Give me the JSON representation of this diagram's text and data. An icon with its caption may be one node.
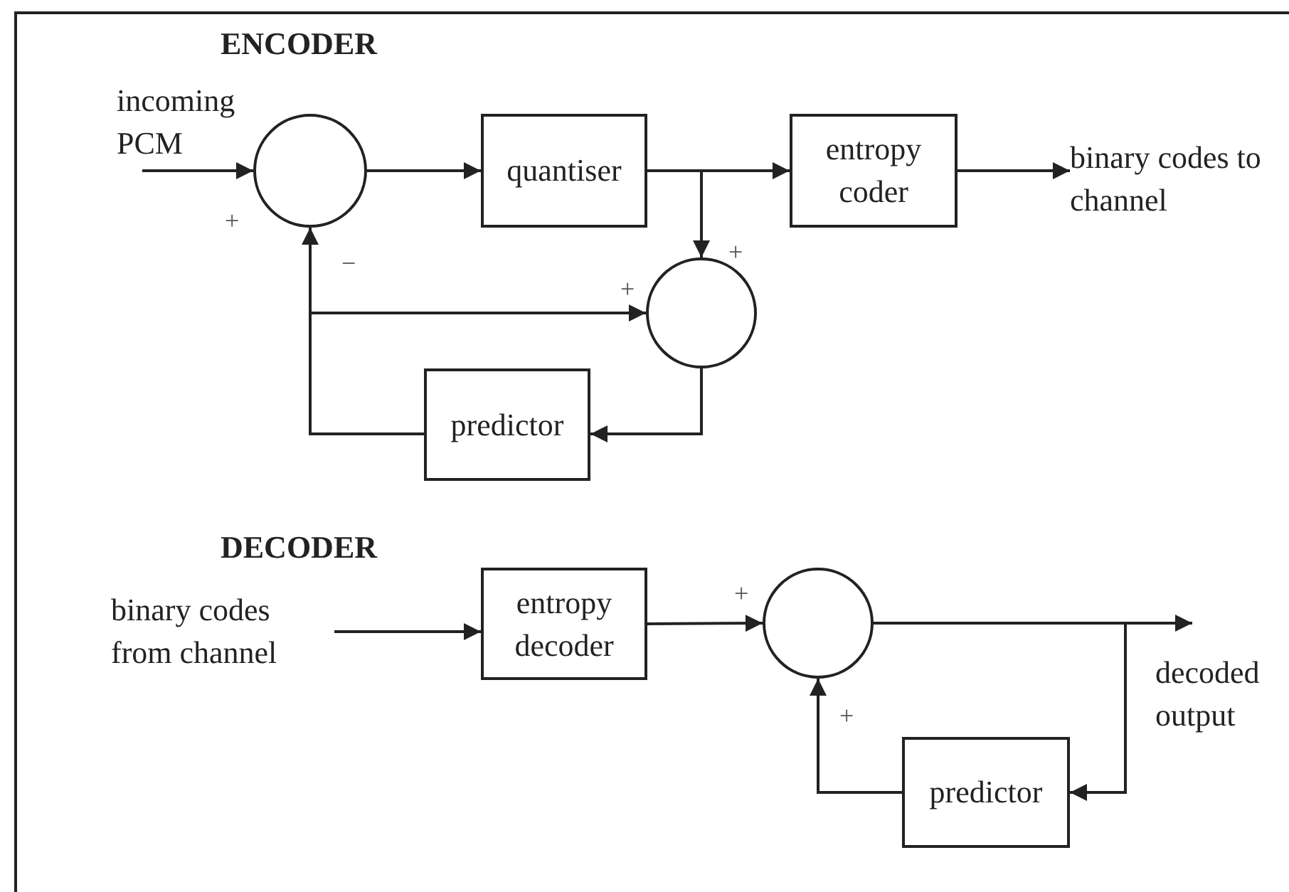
{
  "diagram": {
    "nodes": [
      {
        "text": [
          "incoming PCM"
        ]
      },
      {
        "text": [],
        "shape": "circle"
      },
      {
        "text": [
          "quantiser"
        ]
      },
      {
        "text": [
          "entropy coder"
        ]
      },
      {
        "text": [
          "binary codes to channel"
        ]
      },
      {
        "text": [],
        "shape": "circle"
      },
      {
        "text": [
          "predictor"
        ]
      },
      {
        "text": [
          "binary codes from channel"
        ]
      },
      {
        "text": [
          "entropy decoder"
        ]
      },
      {
        "text": [],
        "shape": "circle"
      },
      {
        "text": [
          "predictor"
        ]
      }
    ],
    "edges": [
      {
        "from": 0,
        "to": 1,
        "arrow": "to"
      },
      {
        "from": 1,
        "to": 2,
        "arrow": "to"
      },
      {
        "from": 2,
        "to": 3,
        "arrow": "to"
      },
      {
        "from": 3,
        "to": 4,
        "arrow": "to"
      },
      {
        "from": 2,
        "to": 5,
        "arrow": "to"
      },
      {
        "from": 5,
        "to": 6,
        "arrow": "to"
      },
      {
        "from": 6,
        "to": 1,
        "arrow": "to"
      },
      {
        "from": 6,
        "to": 5,
        "arrow": "to"
      },
      {
        "from": 7,
        "to": 8,
        "arrow": "to"
      },
      {
        "from": 8,
        "to": 9,
        "arrow": "to"
      },
      {
        "from": 9,
        "to": null,
        "arrow": "to"
      },
      {
        "from": 9,
        "to": 10,
        "arrow": "to"
      },
      {
        "from": 10,
        "to": 9,
        "arrow": "to"
      }
    ],
    "labels": [
      "ENCODER",
      "+",
      "−",
      "+",
      "+",
      "DECODER",
      "+",
      "decoded output",
      "+"
    ]
  }
}
